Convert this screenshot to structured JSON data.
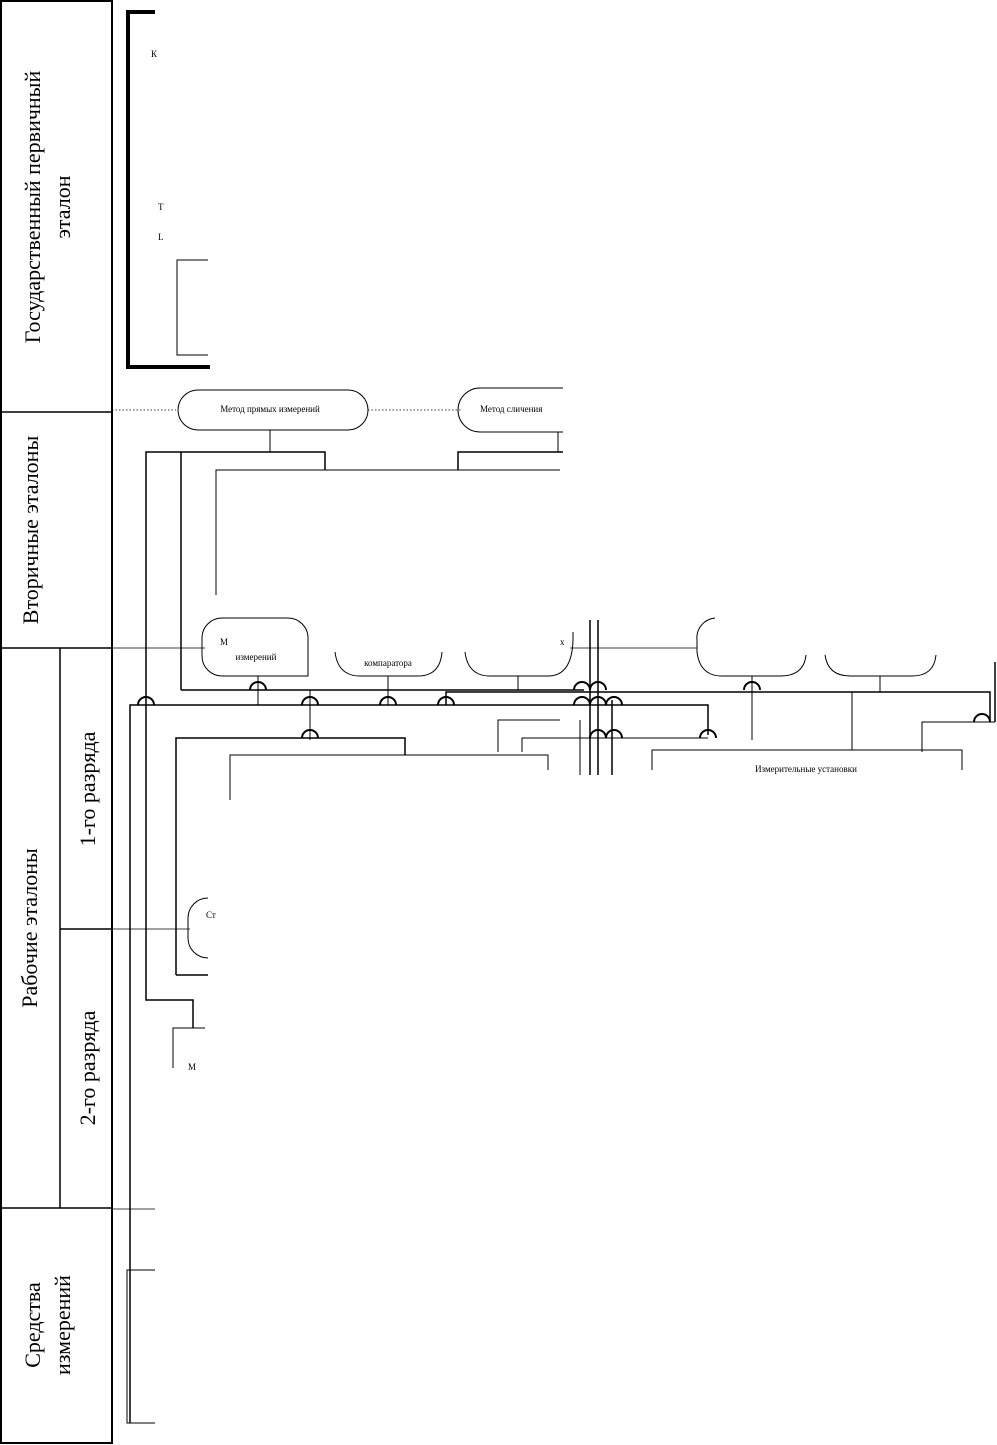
{
  "left_column": {
    "state_primary": [
      "Государственный первичный",
      "эталон"
    ],
    "secondary": "Вторичные эталоны",
    "working": "Рабочие эталоны",
    "first_rank": "1-го разряда",
    "second_rank": "2-го разряда",
    "instruments": [
      "Средства",
      "измерений"
    ]
  },
  "fragments": {
    "k": "К",
    "t": "Т",
    "lr": "L",
    "method_direct": "Метод прямых измерений",
    "method_right": "Метод сличения",
    "m_first": "М",
    "izmereniy": "измерений",
    "komparatora": "компаратора",
    "x_frag": "х",
    "izmeritelnye": "Измерительные установки",
    "st": "Ст",
    "m2": "М"
  }
}
